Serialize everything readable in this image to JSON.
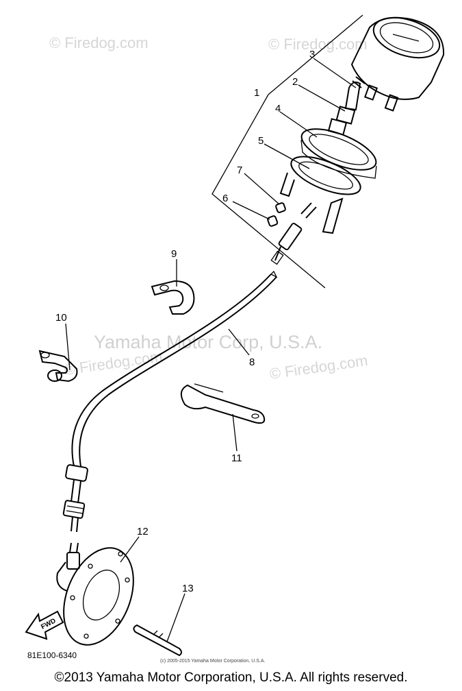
{
  "watermarks": {
    "firedog_1": "© Firedog.com",
    "firedog_2": "© Firedog.com",
    "firedog_3": "© Firedog.com",
    "firedog_4": "© Firedog.com",
    "yamaha_center": "Yamaha Motor Corp, U.S.A."
  },
  "callouts": {
    "c1": "1",
    "c2": "2",
    "c3": "3",
    "c4": "4",
    "c5": "5",
    "c6": "6",
    "c7": "7",
    "c8": "8",
    "c9": "9",
    "c10": "10",
    "c11": "11",
    "c12": "12",
    "c13": "13"
  },
  "fwd_label": "FWD",
  "diagram_code": "81E100-6340",
  "small_copyright": "(c) 2005-2015 Yamaha Motor Corporation, U.S.A.",
  "footer_copyright": "©2013 Yamaha Motor Corporation, U.S.A. All rights reserved."
}
